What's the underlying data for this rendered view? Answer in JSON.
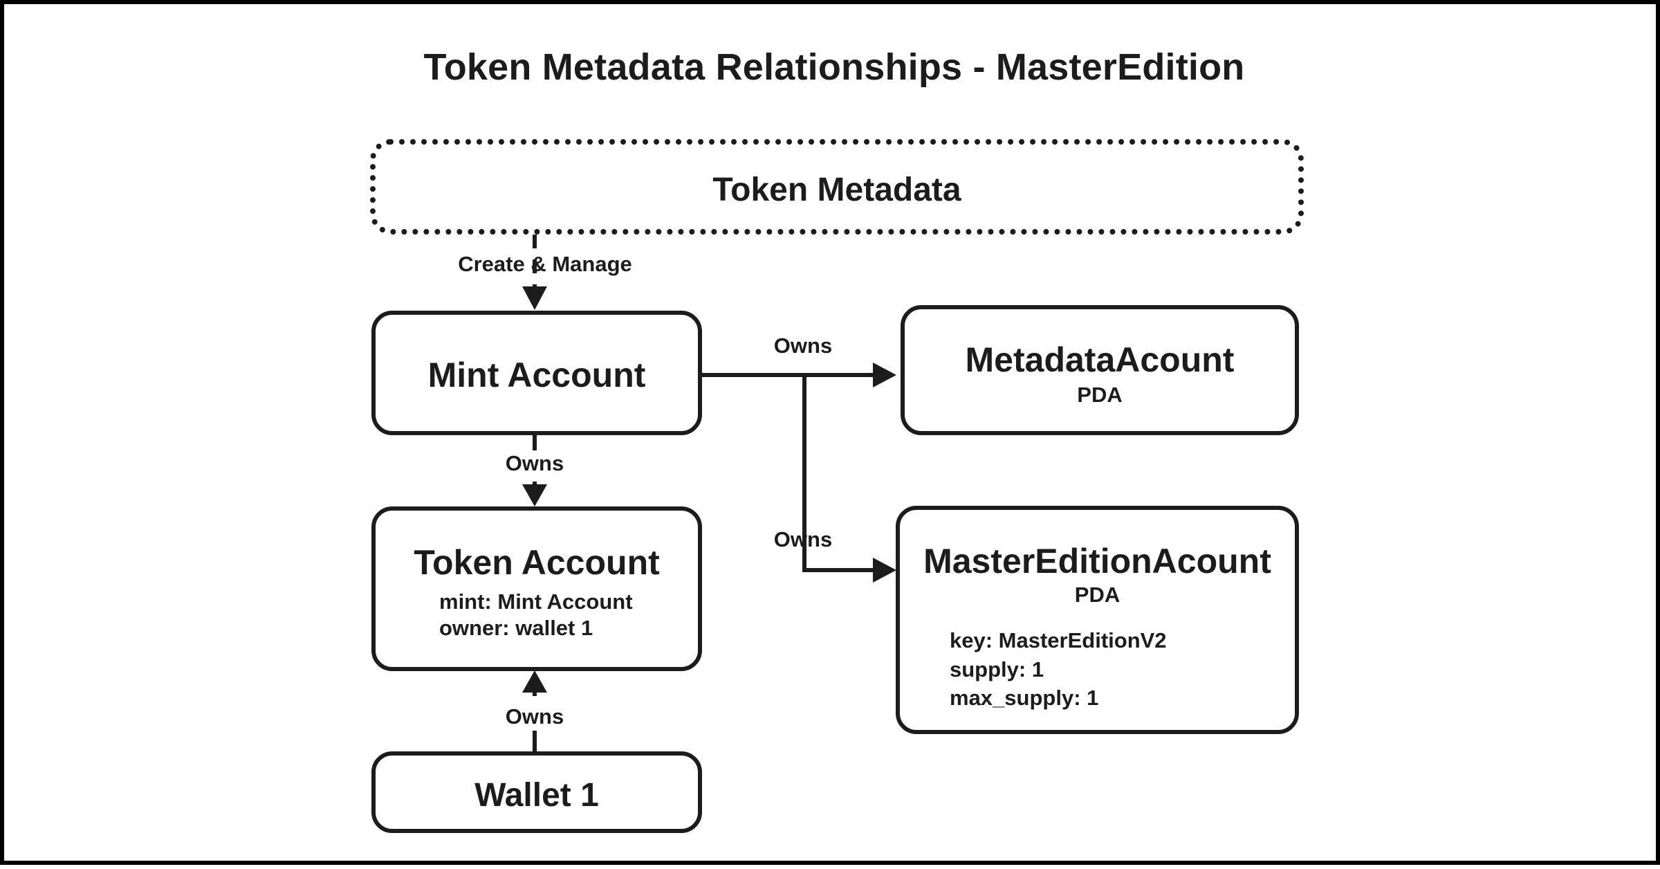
{
  "diagram": {
    "title": "Token Metadata Relationships - MasterEdition",
    "nodes": {
      "token_metadata": {
        "label": "Token Metadata"
      },
      "mint_account": {
        "label": "Mint Account"
      },
      "metadata_account": {
        "label": "MetadataAcount",
        "sublabel": "PDA"
      },
      "token_account": {
        "label": "Token Account",
        "fields": [
          "mint: Mint Account",
          "owner: wallet 1"
        ]
      },
      "master_edition_account": {
        "label": "MasterEditionAcount",
        "sublabel": "PDA",
        "fields": [
          "key: MasterEditionV2",
          "supply: 1",
          "max_supply: 1"
        ]
      },
      "wallet_1": {
        "label": "Wallet 1"
      }
    },
    "edges": [
      {
        "from": "token_metadata",
        "to": "mint_account",
        "label": "Create & Manage"
      },
      {
        "from": "mint_account",
        "to": "metadata_account",
        "label": "Owns"
      },
      {
        "from": "mint_account",
        "to": "master_edition_account",
        "label": "Owns"
      },
      {
        "from": "mint_account",
        "to": "token_account",
        "label": "Owns"
      },
      {
        "from": "wallet_1",
        "to": "token_account",
        "label": "Owns"
      }
    ]
  }
}
